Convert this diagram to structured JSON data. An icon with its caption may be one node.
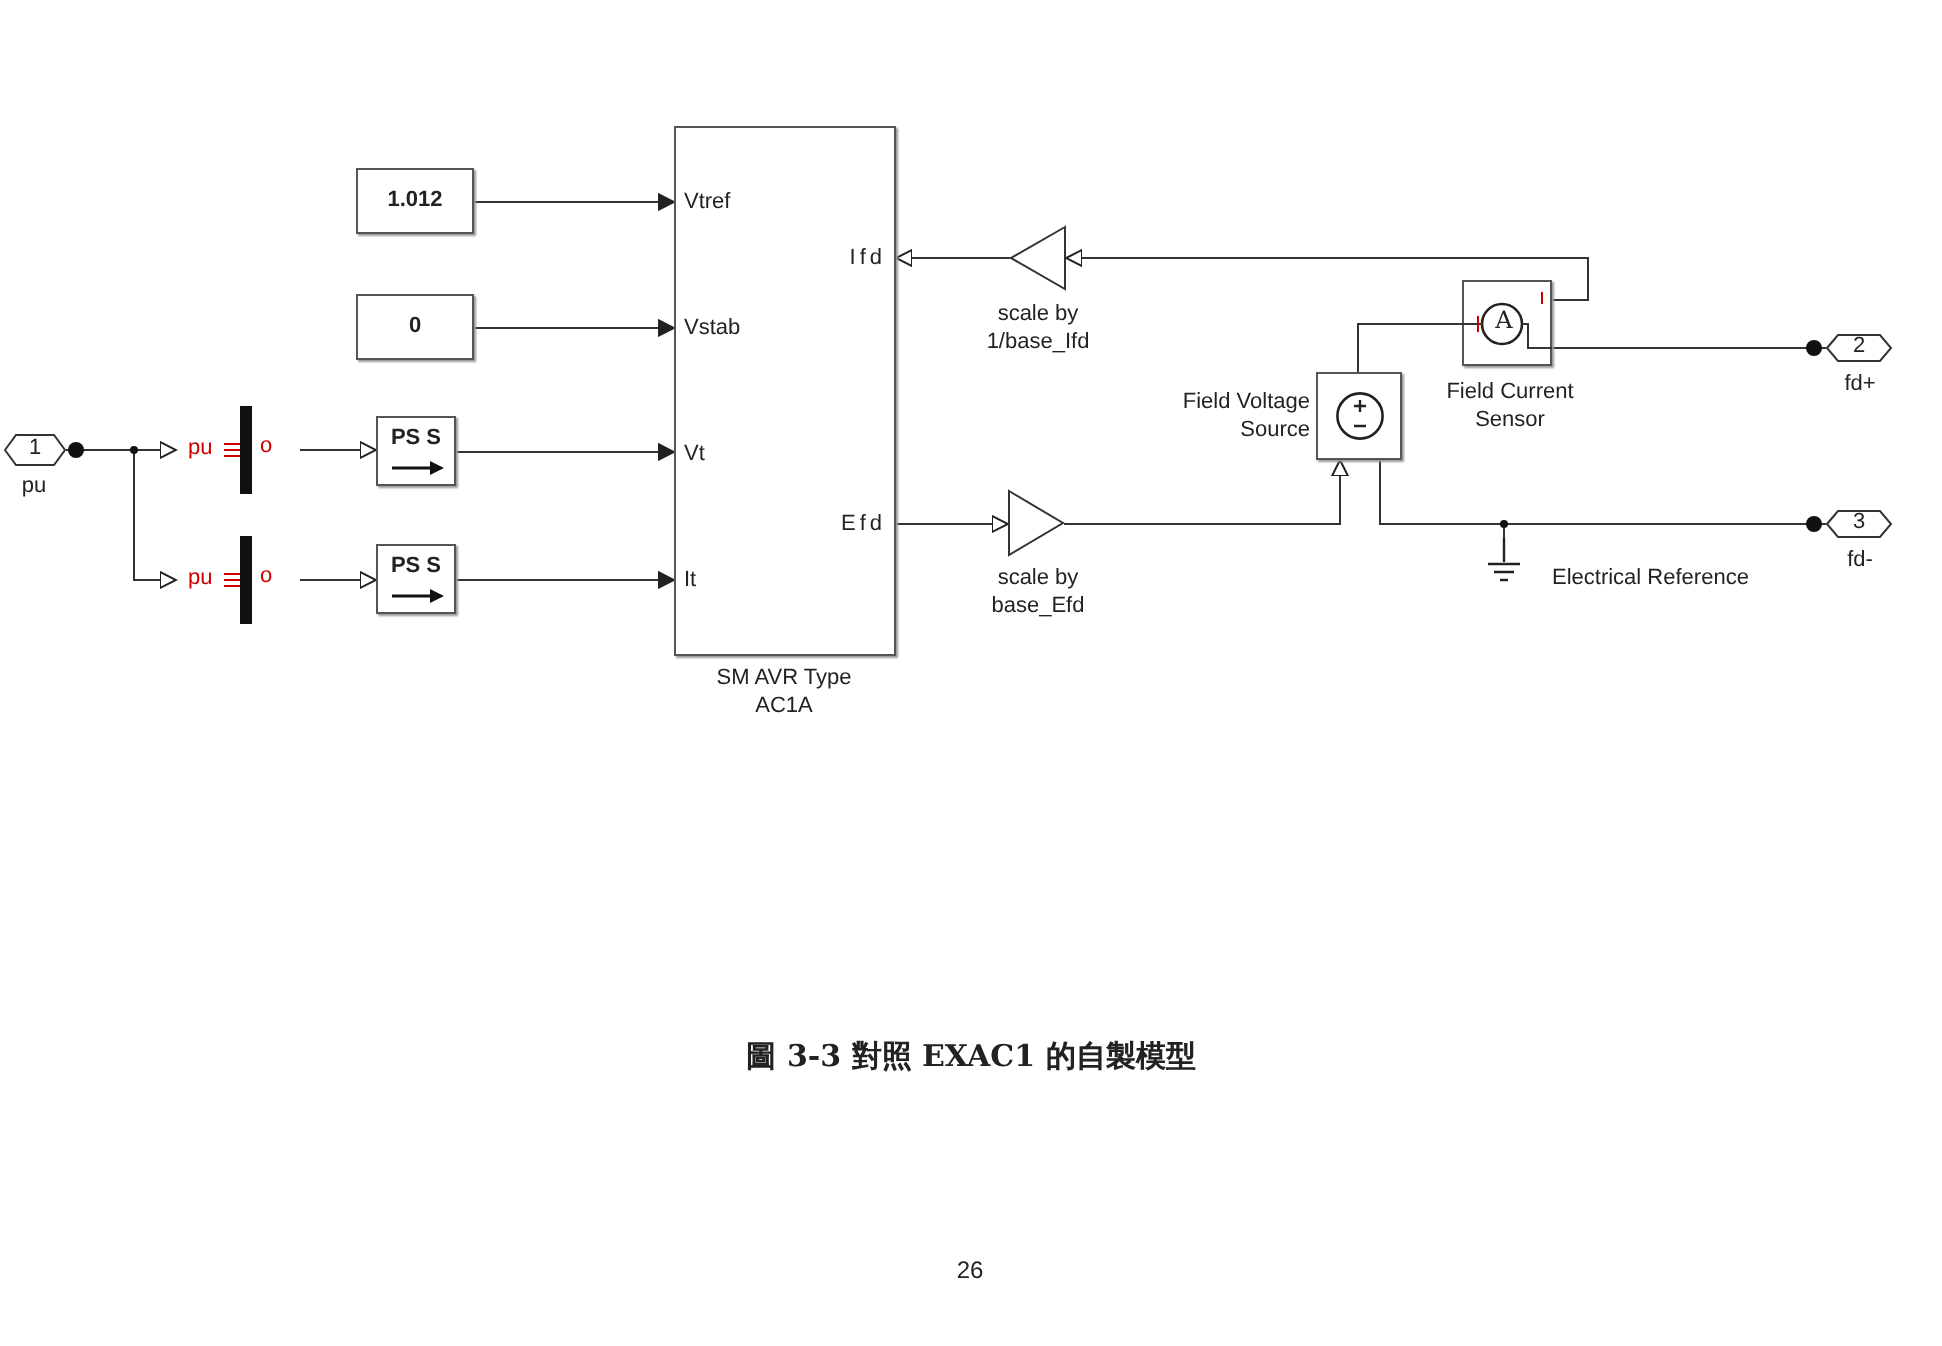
{
  "diagram": {
    "caption": "圖 3-3 對照 EXAC1 的自製模型",
    "nodes": [
      {
        "text": [
          "1"
        ],
        "beside": [
          "pu"
        ]
      },
      {
        "text": [
          "pu",
          "o"
        ]
      },
      {
        "text": [
          "pu",
          "o"
        ]
      },
      {
        "text": [
          "PS S"
        ]
      },
      {
        "text": [
          "PS S"
        ]
      },
      {
        "text": [
          "1.012"
        ]
      },
      {
        "text": [
          "0"
        ]
      },
      {
        "text": [
          "Vtref",
          "Vstab",
          "Vt",
          "It",
          "Ifd",
          "Efd"
        ],
        "beside": [
          "SM AVR Type AC1A"
        ]
      },
      {
        "text": [],
        "shape": "triangle",
        "beside": [
          "scale by 1/base_Ifd"
        ]
      },
      {
        "text": [],
        "shape": "triangle",
        "beside": [
          "scale by base_Efd"
        ]
      },
      {
        "text": [],
        "shape": "box",
        "beside": [
          "Field Voltage Source"
        ]
      },
      {
        "text": [
          "A"
        ],
        "beside": [
          "Field Current Sensor"
        ]
      },
      {
        "text": [
          "2"
        ],
        "beside": [
          "fd+"
        ]
      },
      {
        "text": [
          "3"
        ],
        "beside": [
          "fd-"
        ]
      },
      {
        "text": [],
        "shape": "ground",
        "beside": [
          "Electrical Reference"
        ]
      }
    ],
    "edges": [
      {
        "from": 0,
        "to": 1,
        "arrow": "to"
      },
      {
        "from": 0,
        "to": 2,
        "arrow": "to"
      },
      {
        "from": 1,
        "to": 3,
        "arrow": "to"
      },
      {
        "from": 2,
        "to": 4,
        "arrow": "to"
      },
      {
        "from": 5,
        "to": 7,
        "arrow": "to"
      },
      {
        "from": 6,
        "to": 7,
        "arrow": "to"
      },
      {
        "from": 3,
        "to": 7,
        "arrow": "to"
      },
      {
        "from": 4,
        "to": 7,
        "arrow": "to"
      },
      {
        "from": 8,
        "to": 7,
        "arrow": "to"
      },
      {
        "from": 11,
        "to": 8,
        "arrow": "to"
      },
      {
        "from": 7,
        "to": 9,
        "arrow": "to"
      },
      {
        "from": 9,
        "to": 10,
        "arrow": "to"
      },
      {
        "from": 10,
        "to": 11,
        "arrow": "none"
      },
      {
        "from": 11,
        "to": 12,
        "arrow": "none"
      },
      {
        "from": 10,
        "to": 13,
        "arrow": "none"
      },
      {
        "from": 10,
        "to": 14,
        "arrow": "none"
      }
    ],
    "labels": [
      "26"
    ]
  }
}
